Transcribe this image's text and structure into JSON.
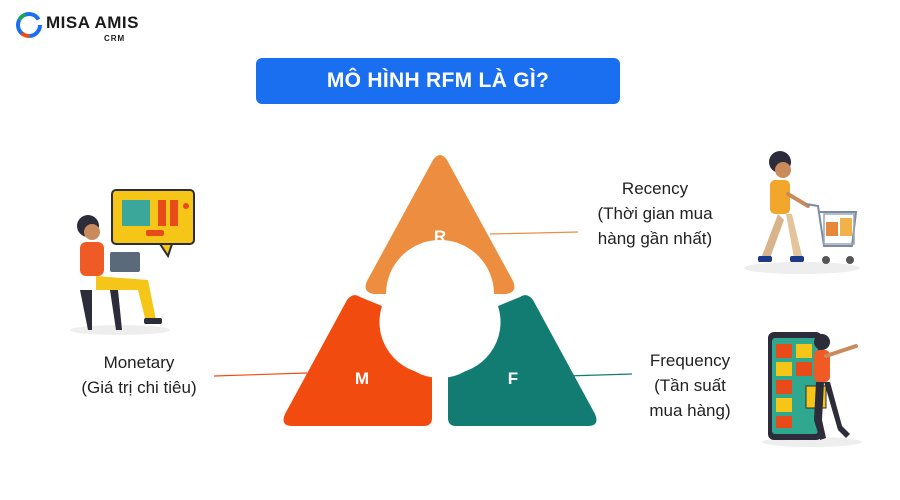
{
  "logo": {
    "brand": "MISA AMIS",
    "sub": "CRM"
  },
  "title": "MÔ HÌNH RFM LÀ GÌ?",
  "segments": {
    "r": {
      "letter": "R",
      "name": "Recency",
      "desc_line1": "(Thời gian mua",
      "desc_line2": "hàng gần nhất)",
      "color": "#ec8d3f"
    },
    "m": {
      "letter": "M",
      "name": "Monetary",
      "desc_line1": "(Giá trị chi tiêu)",
      "color": "#f24b0f"
    },
    "f": {
      "letter": "F",
      "name": "Frequency",
      "desc_line1": "(Tần suất",
      "desc_line2": "mua hàng)",
      "color": "#127c72"
    }
  },
  "colors": {
    "banner": "#1a6ff0",
    "accent_yellow": "#f5c518"
  },
  "illustrations": {
    "recency": "shopper-with-cart-illustration",
    "monetary": "online-shopper-laptop-illustration",
    "frequency": "mobile-shopping-illustration"
  }
}
